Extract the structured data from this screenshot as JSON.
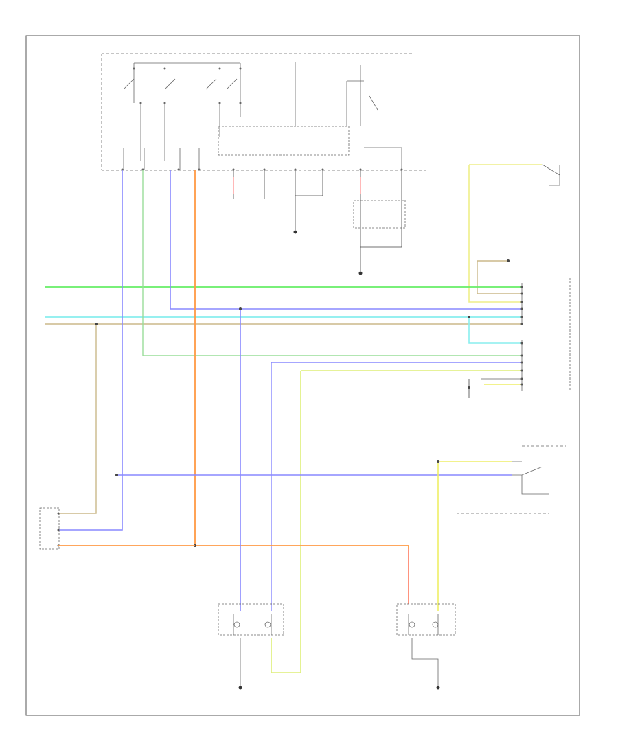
{
  "page": {
    "page_id": "",
    "background": "#ffffff",
    "frame_color": "#555555"
  },
  "wire_colors": {
    "green": "#66ee66",
    "light_green": "#88dd88",
    "blue": "#8888ff",
    "cyan": "#66dddd",
    "orange": "#ff9933",
    "tan": "#cbb98a",
    "yellow": "#eeee66",
    "yellow_green": "#ccee66",
    "pink": "#ff8888",
    "black": "#444444"
  },
  "components": [
    {
      "id": "junction-box",
      "label": ""
    },
    {
      "id": "front-combination-switch",
      "label": ""
    },
    {
      "id": "bcm",
      "label": ""
    },
    {
      "id": "left-headlamp",
      "label": ""
    },
    {
      "id": "right-headlamp",
      "label": ""
    },
    {
      "id": "ground-left",
      "label": ""
    },
    {
      "id": "ground-right",
      "label": ""
    }
  ],
  "wires": [
    {
      "name": "green-bus",
      "label": ""
    },
    {
      "name": "blue-bus",
      "label": ""
    },
    {
      "name": "cyan-bus",
      "label": ""
    },
    {
      "name": "tan-bus",
      "label": ""
    },
    {
      "name": "orange-harness",
      "label": ""
    },
    {
      "name": "yellow-harness",
      "label": ""
    }
  ]
}
